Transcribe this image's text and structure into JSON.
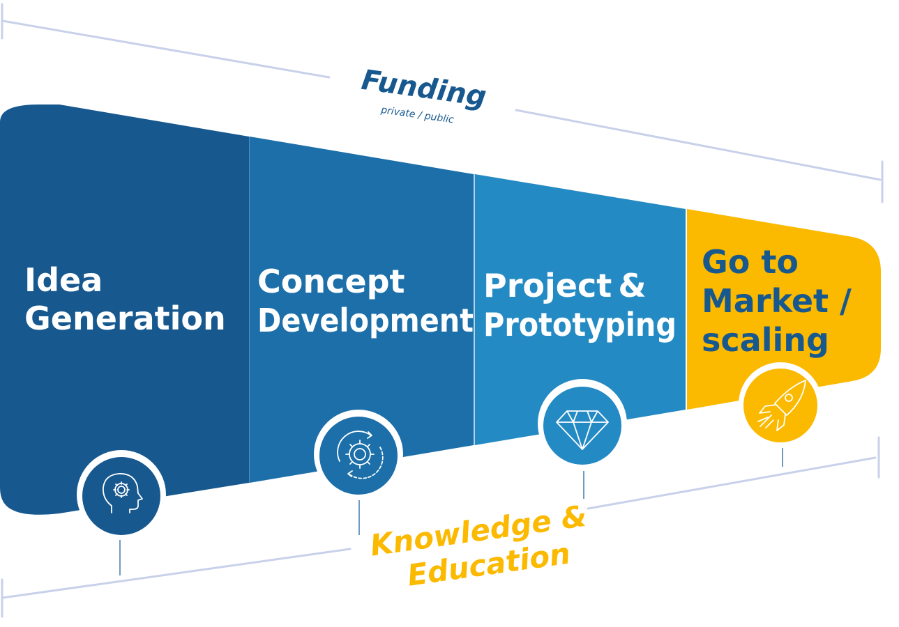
{
  "funding": {
    "title": "Funding",
    "subtitle": "private / public"
  },
  "knowledge": {
    "line1": "Knowledge &",
    "line2": "Education"
  },
  "stages": [
    {
      "line1": "Idea",
      "line2": "Generation",
      "line3": "",
      "icon": "head-gear-icon"
    },
    {
      "line1": "Concept",
      "line2": "Development",
      "line3": "",
      "icon": "gear-cycle-icon"
    },
    {
      "line1": "Project &",
      "line2": "Prototyping",
      "line3": "",
      "icon": "diamond-icon"
    },
    {
      "line1": "Go to",
      "line2": "Market /",
      "line3": "scaling",
      "icon": "rocket-icon"
    }
  ],
  "colors": {
    "stage1": "#17588f",
    "stage2": "#1c6fa9",
    "stage3": "#248ac4",
    "stage4": "#fbb900",
    "dark_text": "#17588f",
    "accent": "#fbb900",
    "bracket_line": "#c9d1ea"
  }
}
